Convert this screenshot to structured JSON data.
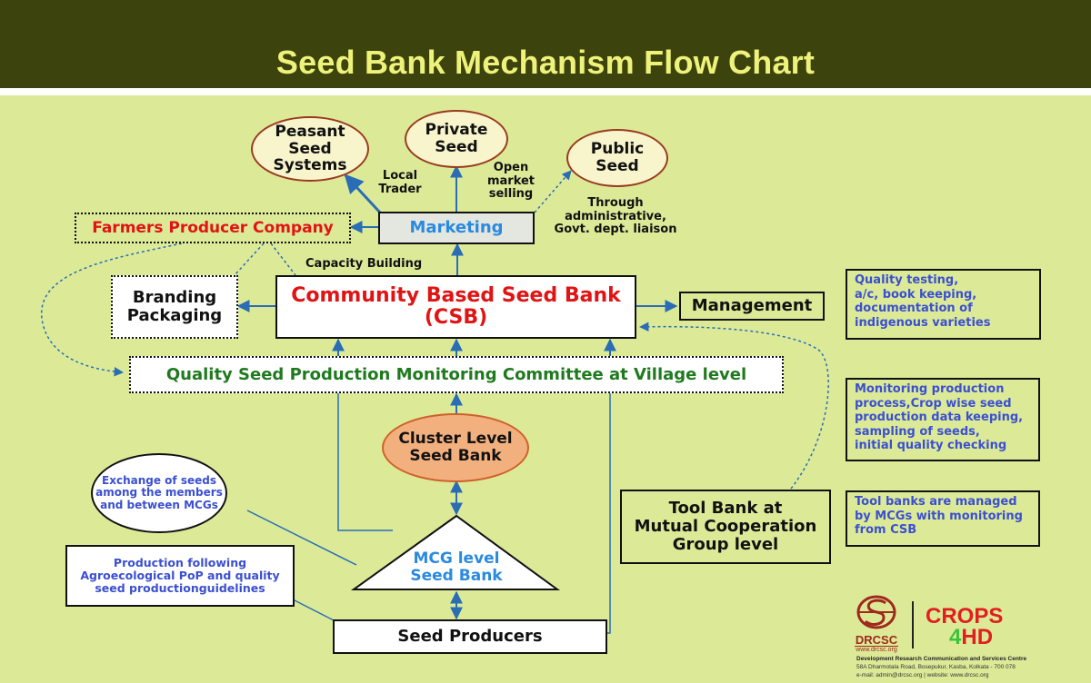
{
  "header": {
    "title": "Seed Bank Mechanism Flow Chart"
  },
  "colors": {
    "header_bg": "#3d430c",
    "title_text": "#eef27a",
    "canvas_bg": "#dcea98",
    "connector": "#2a6db5",
    "red_text": "#e01414",
    "blue_text": "#2a8ae0",
    "green_text": "#1f7a1f",
    "note_text": "#3b4fd0",
    "cluster_fill": "#f2b07e"
  },
  "nodes": {
    "peasant_seed": {
      "line1": "Peasant",
      "line2": "Seed",
      "line3": "Systems"
    },
    "private_seed": {
      "line1": "Private",
      "line2": "Seed"
    },
    "public_seed": {
      "line1": "Public",
      "line2": "Seed"
    },
    "marketing": "Marketing",
    "farmers_producer_company": "Farmers Producer Company",
    "branding": {
      "line1": "Branding",
      "line2": "Packaging"
    },
    "csb": {
      "line1": "Community Based Seed Bank",
      "line2": "(CSB)"
    },
    "management": "Management",
    "qspmc": "Quality Seed Production Monitoring Committee at Village level",
    "cluster": {
      "line1": "Cluster Level",
      "line2": "Seed Bank"
    },
    "exchange": {
      "line1": "Exchange of seeds",
      "line2": "among the members",
      "line3": "and between MCGs"
    },
    "mcg": {
      "line1": "MCG level",
      "line2": "Seed Bank"
    },
    "production": {
      "line1": "Production following",
      "line2": "Agroecological PoP and quality",
      "line3": "seed productionguidelines"
    },
    "seed_producers": "Seed Producers",
    "tool_bank": {
      "line1": "Tool Bank at",
      "line2": "Mutual Cooperation",
      "line3": "Group level"
    }
  },
  "edge_labels": {
    "local_trader": {
      "line1": "Local",
      "line2": "Trader"
    },
    "open_market": {
      "line1": "Open",
      "line2": "market",
      "line3": "selling"
    },
    "through_admin": {
      "line1": "Through",
      "line2": "administrative,",
      "line3": "Govt. dept. liaison"
    },
    "capacity_building": "Capacity Building"
  },
  "notes": {
    "management_note": {
      "line1": "Quality testing,",
      "line2": "a/c, book keeping,",
      "line3": "documentation of",
      "line4": "indigenous varieties"
    },
    "monitoring_note": {
      "line1": "Monitoring production",
      "line2": "process,Crop wise seed",
      "line3": "production data keeping,",
      "line4": "sampling of seeds,",
      "line5": "initial quality checking"
    },
    "toolbank_note": {
      "line1": "Tool banks are managed",
      "line2": "by MCGs with monitoring",
      "line3": "from CSB"
    }
  },
  "footer": {
    "drcsc_logo_text": "DRCSC",
    "drcsc_url": "www.drcsc.org",
    "crops_line1": "CROPS",
    "crops_line2_num": "4",
    "crops_line2_text": "HD",
    "org_name": "Development Research Communication and Services Centre",
    "address": "58A Dharmotala Road, Bosepukur, Kasba, Kolkata - 700 078",
    "contact": "e-mail: admin@drcsc.org | website: www.drcsc.org"
  }
}
